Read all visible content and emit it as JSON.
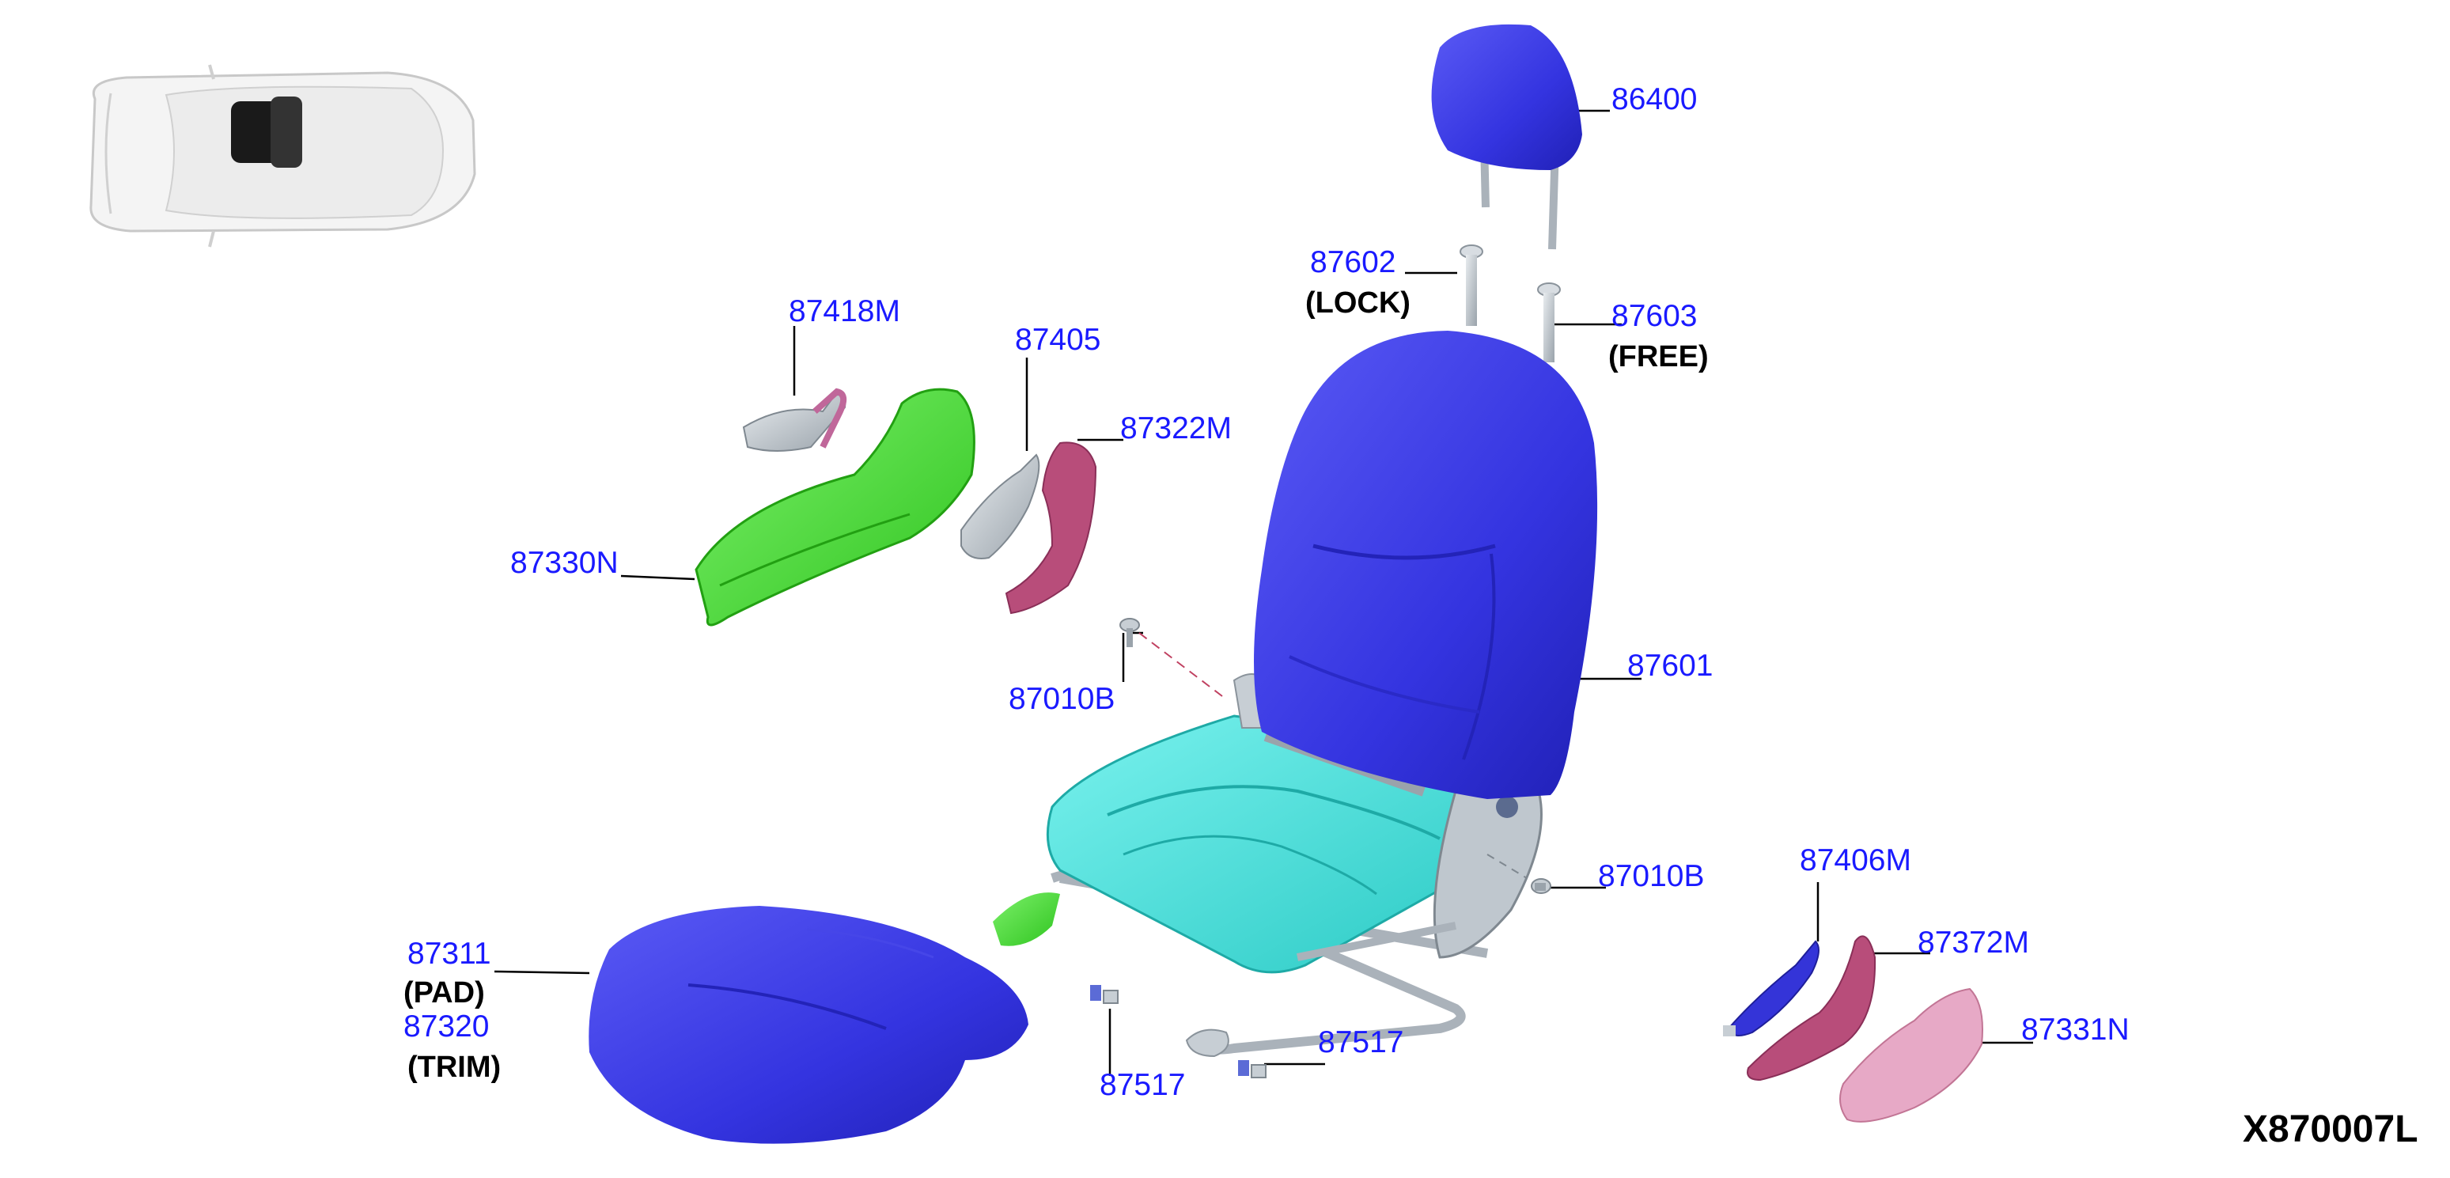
{
  "diagram_code": "X870007L",
  "colors": {
    "callout_text": "#1a1aff",
    "seat_blue": "#3a3ae6",
    "frame_cyan": "#3fe0dc",
    "finisher_green": "#4ee23c",
    "trim_pink": "#b84d7a",
    "cover_pink": "#e7a9c6",
    "hardware_gray": "#c6cdd4"
  },
  "callouts": {
    "p86400": "86400",
    "p87602": "87602",
    "p87602_note": "(LOCK)",
    "p87603": "87603",
    "p87603_note": "(FREE)",
    "p87418m": "87418M",
    "p87405": "87405",
    "p87322m": "87322M",
    "p87330n": "87330N",
    "p87010b_left": "87010B",
    "p87601": "87601",
    "p87010b_right": "87010B",
    "p87406m": "87406M",
    "p87372m": "87372M",
    "p87331n": "87331N",
    "p87311": "87311",
    "p87311_note": "(PAD)",
    "p87320": "87320",
    "p87320_note": "(TRIM)",
    "p87517_left": "87517",
    "p87517_right": "87517"
  }
}
